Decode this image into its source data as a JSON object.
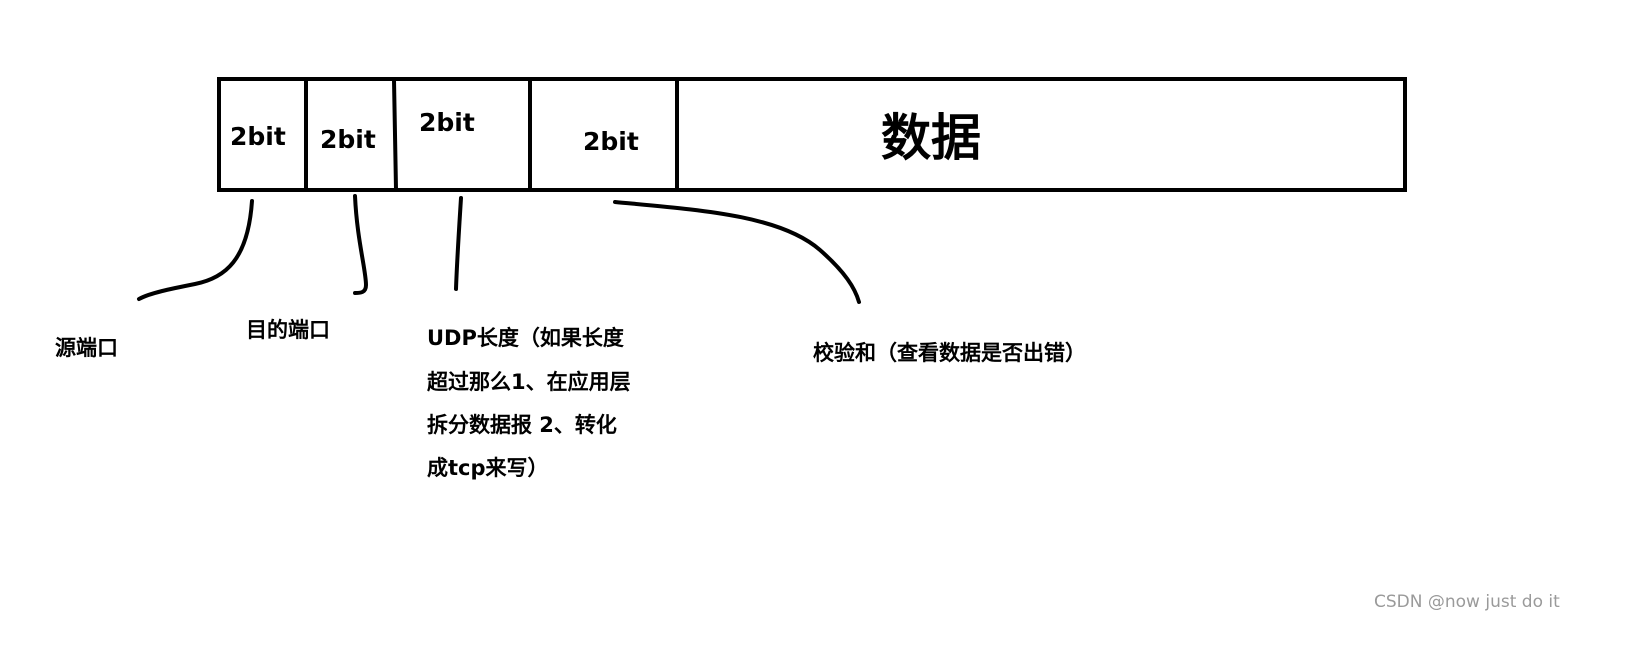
{
  "fields": [
    {
      "size": "2bit",
      "label": "源端口"
    },
    {
      "size": "2bit",
      "label": "目的端口"
    },
    {
      "size": "2bit",
      "label_lines": [
        "UDP长度（如果长度",
        "超过那么1、在应用层",
        "拆分数据报 2、转化",
        "成tcp来写）"
      ]
    },
    {
      "size": "2bit",
      "label": "校验和（查看数据是否出错）"
    }
  ],
  "data_field": "数据",
  "watermark": "CSDN @now just do it"
}
